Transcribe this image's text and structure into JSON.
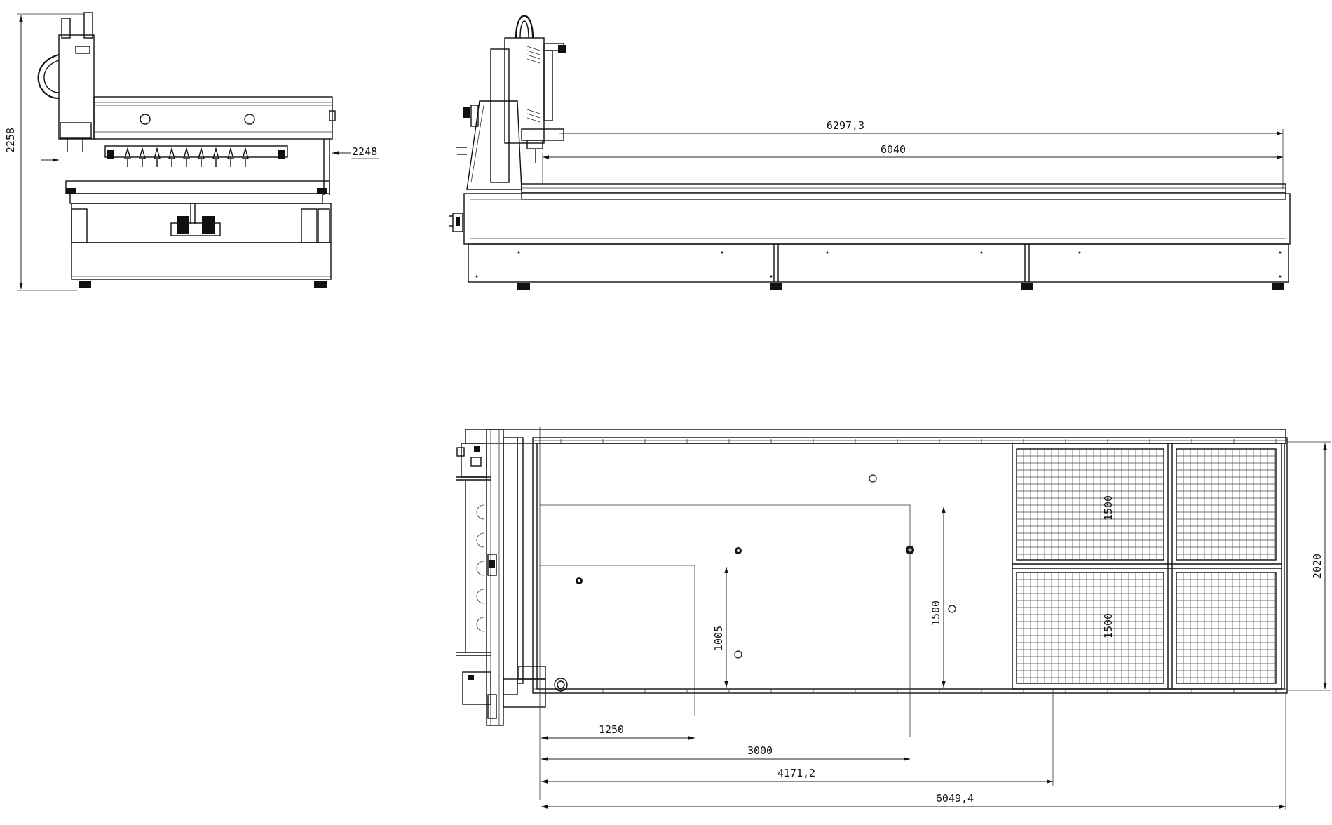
{
  "dimensions": {
    "front_height": "2258",
    "front_width_marker": "2248",
    "side_overall": "6297,3",
    "side_stroke": "6040",
    "top_width": "2020",
    "top_d1250": "1250",
    "top_d3000": "3000",
    "top_d4171": "4171,2",
    "top_d6049": "6049,4",
    "top_d1005": "1005",
    "top_d1500": "1500"
  }
}
